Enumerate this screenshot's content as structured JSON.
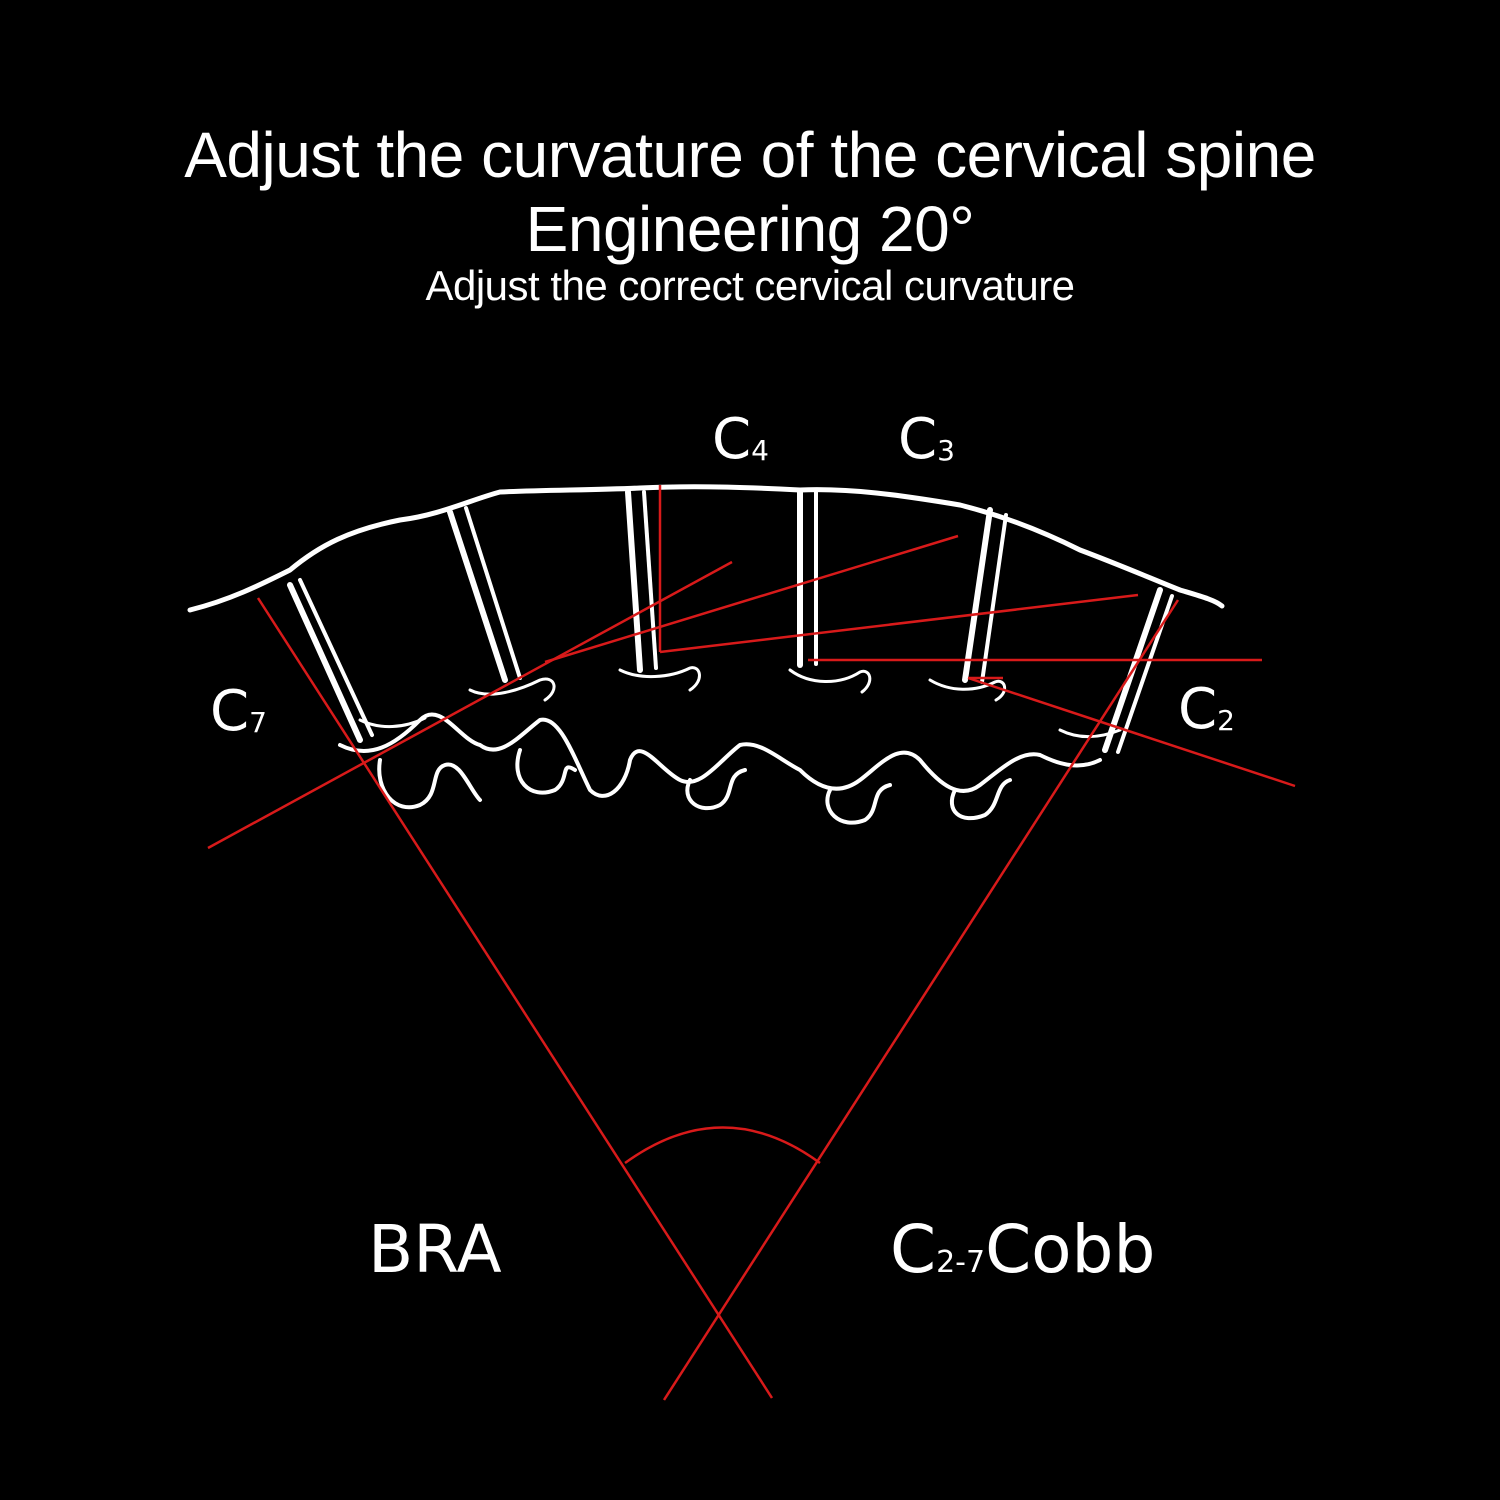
{
  "heading": {
    "line1": "Adjust the curvature of the cervical spine",
    "line2": "Engineering 20°",
    "line3": "Adjust the correct cervical curvature"
  },
  "vertebra_labels": {
    "c4": {
      "letter": "C",
      "sub": "4"
    },
    "c3": {
      "letter": "C",
      "sub": "3"
    },
    "c7": {
      "letter": "C",
      "sub": "7"
    },
    "c2": {
      "letter": "C",
      "sub": "2"
    }
  },
  "angle_labels": {
    "bra": "BRA",
    "cobb_prefix": "C",
    "cobb_sub": "2-7",
    "cobb_suffix": "Cobb"
  },
  "colors": {
    "background": "#000000",
    "outline": "#ffffff",
    "measurement_lines": "#d81a1a"
  }
}
